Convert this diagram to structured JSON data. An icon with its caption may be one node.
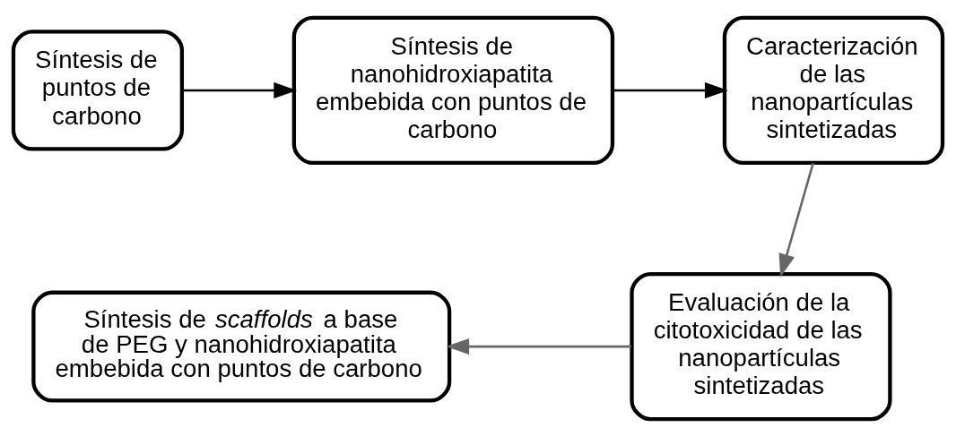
{
  "diagram": {
    "nodes": [
      {
        "text": [
          "Síntesis de puntos de carbono"
        ]
      },
      {
        "text": [
          "Síntesis de nanohidroxiapatita embebida con puntos de carbono"
        ]
      },
      {
        "text": [
          "Caracterización de las nanopartículas sintetizadas"
        ]
      },
      {
        "text": [
          "Evaluación de la citotoxicidad de las nanopartículas sintetizadas"
        ]
      },
      {
        "text": [
          "Síntesis de *scaffolds* a base de PEG y nanohidroxiapatita embebida con puntos de carbono"
        ]
      }
    ],
    "edges": [
      {
        "from": 0,
        "to": 1,
        "arrow": "to"
      },
      {
        "from": 1,
        "to": 2,
        "arrow": "to"
      },
      {
        "from": 2,
        "to": 3,
        "arrow": "to",
        "color": "#666666"
      },
      {
        "from": 3,
        "to": 4,
        "arrow": "to",
        "color": "#666666"
      }
    ]
  }
}
